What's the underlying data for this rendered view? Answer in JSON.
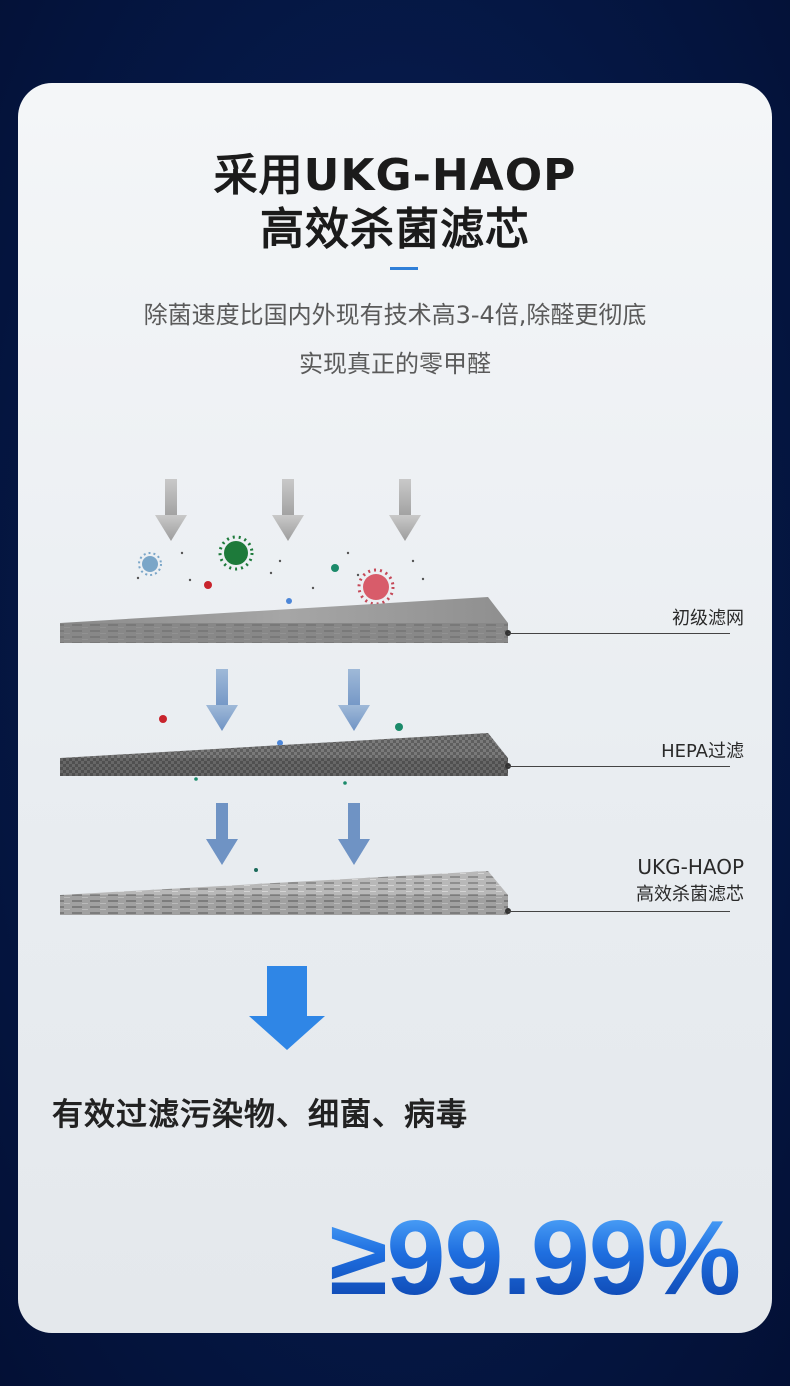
{
  "header": {
    "title_line1": "采用UKG-HAOP",
    "title_line2": "高效杀菌滤芯"
  },
  "subtitle": {
    "line1": "除菌速度比国内外现有技术高3-4倍,除醛更彻底",
    "line2": "实现真正的零甲醛"
  },
  "layers": {
    "primary": "初级滤网",
    "hepa": "HEPA过滤",
    "ukg_line1": "UKG-HAOP",
    "ukg_line2": "高效杀菌滤芯"
  },
  "result": {
    "tagline": "有效过滤污染物、细菌、病毒",
    "rate": "≥99.99%"
  },
  "colors": {
    "accent": "#2f7fd8",
    "arrow_blue": "#2f86e6",
    "background": "#061a4a"
  },
  "icons": [
    "down-arrow-icon",
    "virus-icon",
    "particle-icon"
  ]
}
